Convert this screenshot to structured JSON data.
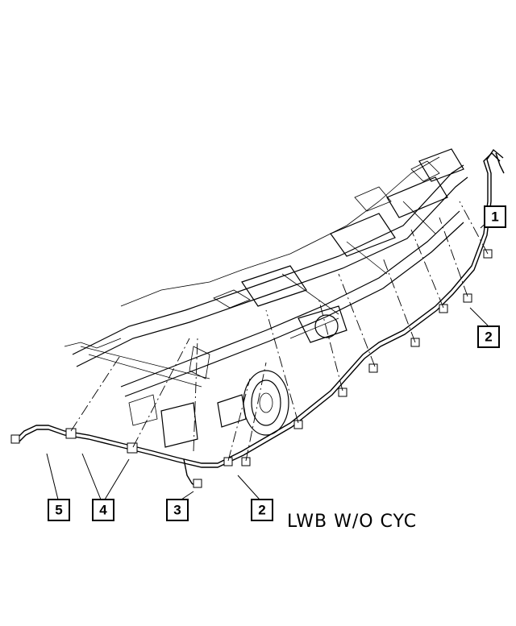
{
  "callouts": [
    "1",
    "2",
    "2",
    "3",
    "4",
    "5"
  ],
  "caption": "LWB W/O CYC"
}
